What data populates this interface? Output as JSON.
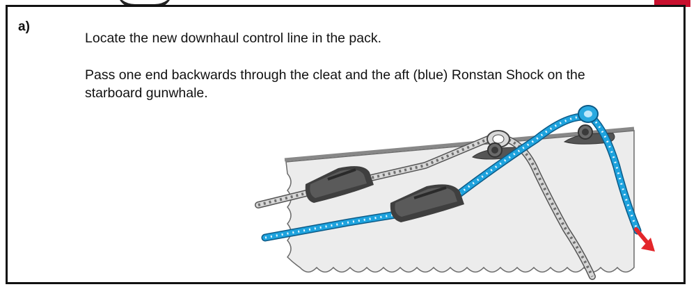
{
  "step": {
    "letter": "a)",
    "lines": [
      "Locate the new downhaul control line in the pack.",
      "Pass one end backwards through the cleat and the aft (blue) Ronstan Shock on the starboard gunwhale."
    ]
  },
  "colors": {
    "accent": "#c8102e",
    "blue_rope": "#1ea3de",
    "grey_rope": "#c8c8c8",
    "deck": "#ececec",
    "cleat": "#4d4d4d",
    "arrow": "#e3262a"
  },
  "icons": [
    "cleat-icon",
    "ronstan-shock-icon",
    "direction-arrow-icon"
  ]
}
